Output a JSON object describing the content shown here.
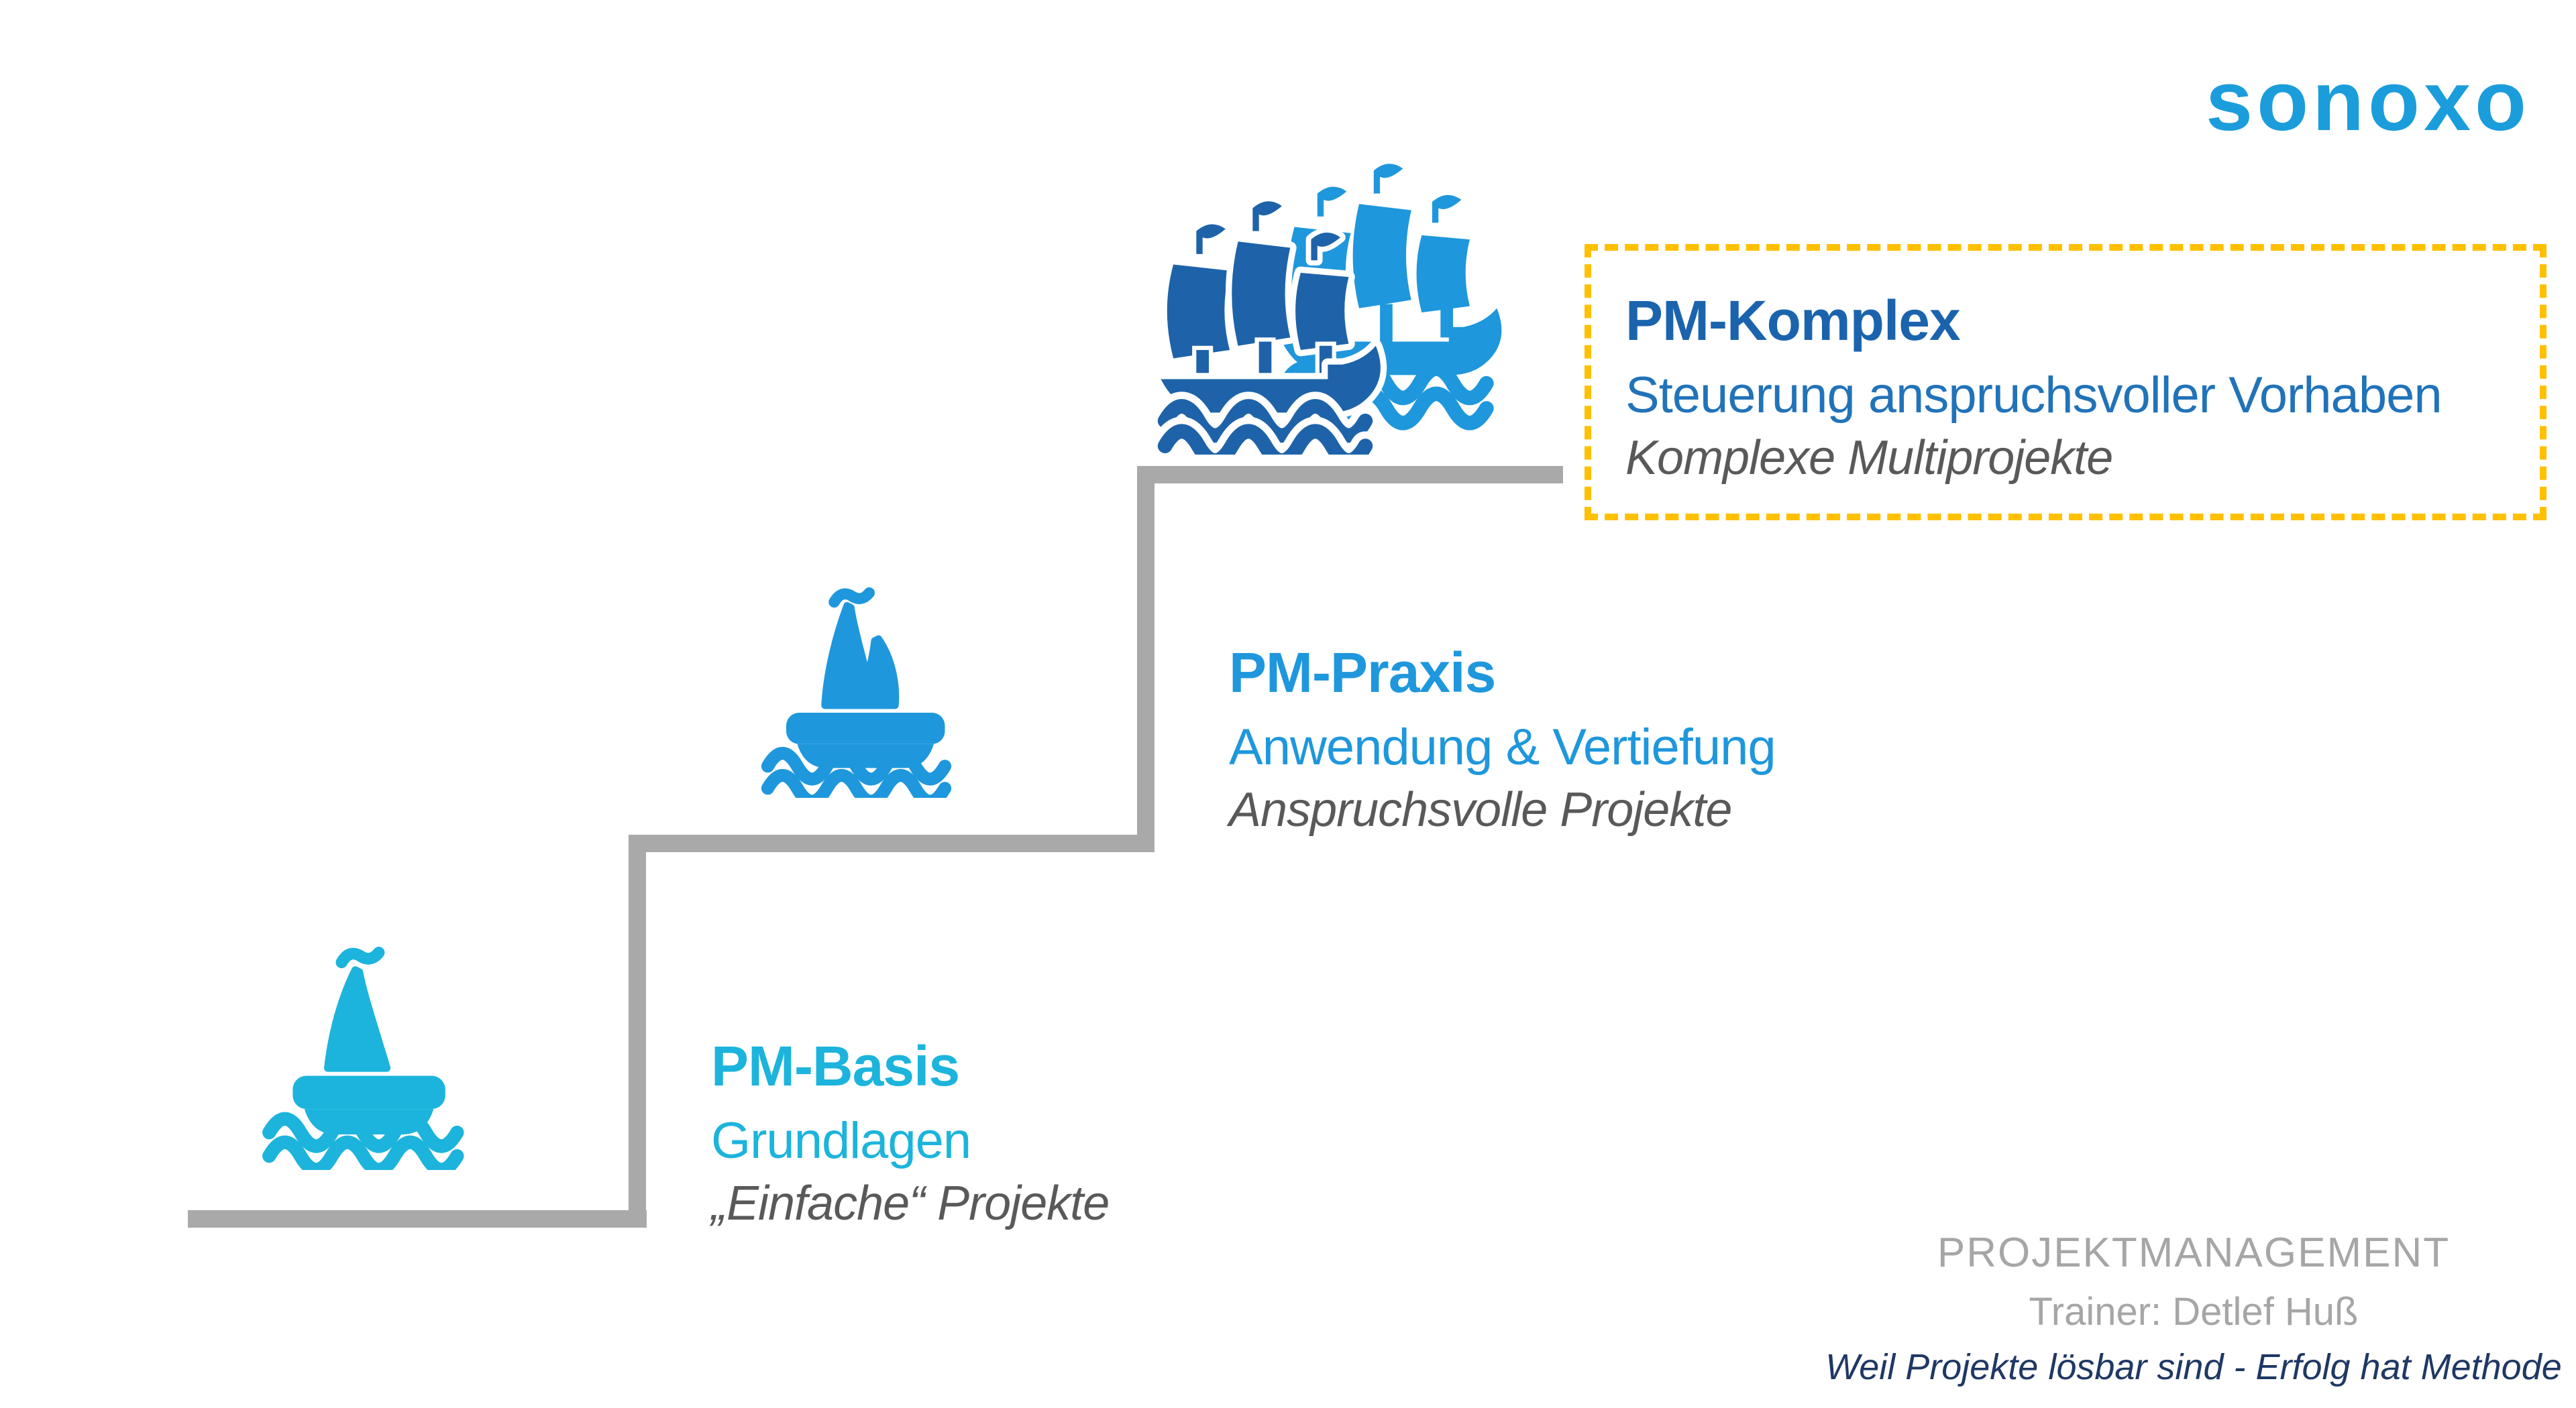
{
  "logo": {
    "text": "sonoxo"
  },
  "levels": [
    {
      "title": "PM-Basis",
      "subtitle": "Grundlagen",
      "detail": "„Einfache“ Projekte",
      "icon": "sailboat-one-sail",
      "highlighted": false
    },
    {
      "title": "PM-Praxis",
      "subtitle": "Anwendung & Vertiefung",
      "detail": "Anspruchsvolle Projekte",
      "icon": "sailboat-two-sails",
      "highlighted": false
    },
    {
      "title": "PM-Komplex",
      "subtitle": "Steuerung anspruchsvoller Vorhaben",
      "detail": "Komplexe Multiprojekte",
      "icon": "two-sailing-ships",
      "highlighted": true
    }
  ],
  "footer": {
    "line1": "PROJEKTMANAGEMENT",
    "line2": "Trainer: Detlef Huß",
    "line3": "Weil Projekte lösbar sind - Erfolg hat Methode"
  },
  "colors": {
    "cyan": "#1CB4DC",
    "azure": "#1F97DC",
    "dark-blue": "#1E63A9",
    "title-dark": "#1B64AD",
    "subtitle-blue": "#2173B9",
    "text-gray": "#595959",
    "stair-gray": "#A9A9A9",
    "footer-gray": "#A6A6A6",
    "navy": "#1F3864",
    "highlight-yellow": "#FFC000",
    "logo-blue": "#1B9DDB"
  }
}
